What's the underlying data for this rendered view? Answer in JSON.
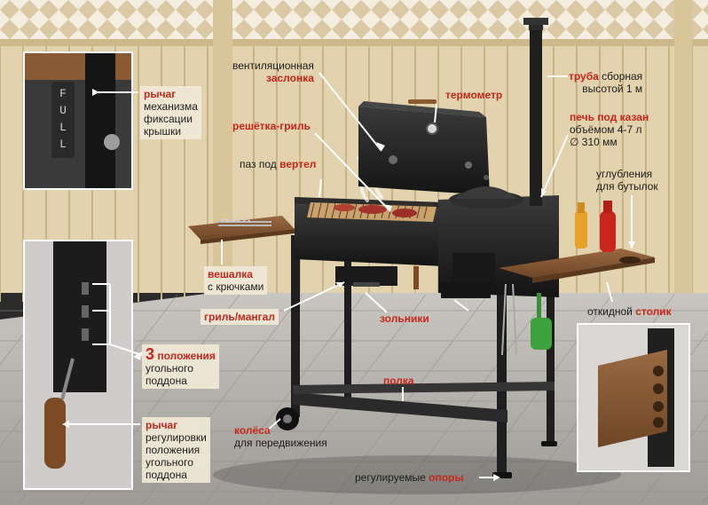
{
  "labels": {
    "ventilation": {
      "line1": "вентиляционная",
      "accent": "заслонка"
    },
    "thermometer": {
      "accent": "термометр"
    },
    "pipe": {
      "accent": "труба",
      "rest": " сборная",
      "line2": "высотой 1 м"
    },
    "grill_grate": {
      "accent": "решётка-гриль"
    },
    "spit_slot": {
      "text": "паз под ",
      "accent": "вертел"
    },
    "stove": {
      "accent": "печь под казан",
      "line2": "объёмом 4-7 л",
      "line3": "∅ 310 мм"
    },
    "bottle_recess": {
      "line1": "углубления",
      "line2": "для бутылок"
    },
    "lid_lever": {
      "accent": "рычаг",
      "line2": "механизма",
      "line3": "фиксации",
      "line4": "крышки"
    },
    "hanger": {
      "accent": "вешалка",
      "line2": "с крючками"
    },
    "grill_bbq": {
      "accent": "гриль/мангал"
    },
    "ash_drawers": {
      "accent": "зольники"
    },
    "fold_table": {
      "text": "откидной ",
      "accent": "столик"
    },
    "positions": {
      "number": "3",
      "accent": " положения",
      "line2": "угольного",
      "line3": "поддона"
    },
    "shelf": {
      "accent": "полка"
    },
    "wheels": {
      "accent": "колёса",
      "line2": "для передвижения"
    },
    "tray_lever": {
      "accent": "рычаг",
      "line2": "регулировки",
      "line3": "положения",
      "line4": "угольного",
      "line5": "поддона"
    },
    "legs": {
      "text": "регулируемые ",
      "accent": "опоры"
    }
  },
  "inset_text": {
    "letters": [
      "F",
      "U",
      "L",
      "L"
    ]
  },
  "colors": {
    "accent": "#c8261b",
    "fence": "#e2d2ad",
    "floor": "#b3b0ab",
    "metal": "#1f1f1f",
    "wood": "#8a5a35"
  }
}
